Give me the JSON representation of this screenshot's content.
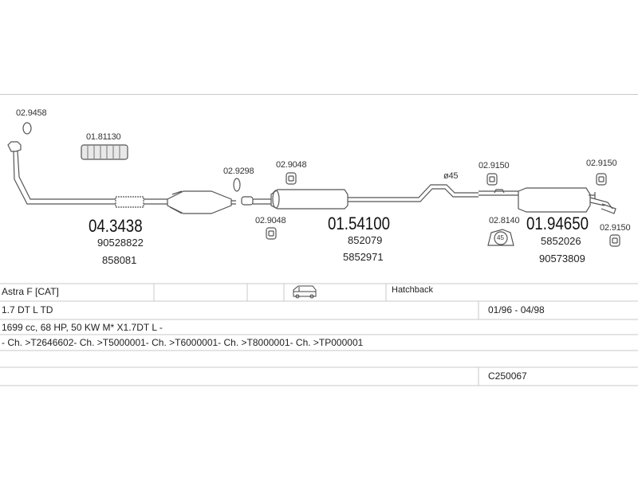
{
  "parts": {
    "ring_a": "02.9458",
    "flex_pipe": "01.81130",
    "clamp_a": "02.9298",
    "hanger_a": "02.9048",
    "hanger_b": "02.9048",
    "front_pipe_no": "04.3438",
    "front_pipe_oe1": "90528822",
    "front_pipe_oe2": "858081",
    "diameter": "ø45",
    "middle_no": "01.54100",
    "middle_oe1": "852079",
    "middle_oe2": "5852971",
    "hanger_c": "02.9150",
    "hanger_d": "02.9150",
    "hanger_e": "02.9150",
    "ring_b": "02.8140",
    "ring_b_marker": "45",
    "rear_no": "01.94650",
    "rear_oe1": "5852026",
    "rear_oe2": "90573809"
  },
  "vehicle": {
    "model": "Astra F  [CAT]",
    "body_icon": "car-van-icon",
    "body_type": "Hatchback",
    "engine": "1.7 DT L TD",
    "years": "01/96 - 04/98",
    "specs": "1699 cc, 68 HP, 50 KW M* X1.7DT L -",
    "chassis": "- Ch. >T2646602- Ch. >T5000001- Ch. >T6000001- Ch. >T8000001- Ch. >TP000001",
    "code": "C250067"
  },
  "colors": {
    "line": "#555555",
    "grid": "#c8c8c8"
  }
}
